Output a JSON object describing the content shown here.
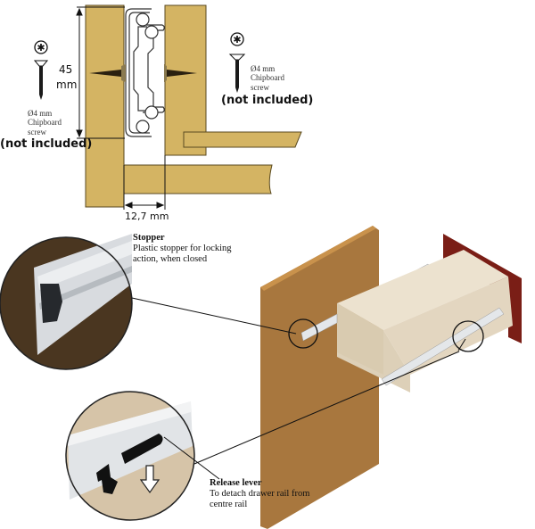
{
  "top_diagram": {
    "height_dim": {
      "value": "45",
      "unit": "mm"
    },
    "width_dim": {
      "text": "12,7 mm"
    },
    "left_screw": {
      "spec_line1": "Ø4 mm",
      "spec_line2": "Chipboard",
      "spec_line3": "screw",
      "note": "(not included)"
    },
    "right_screw": {
      "spec_line1": "Ø4 mm",
      "spec_line2": "Chipboard",
      "spec_line3": "screw",
      "note": "(not included)"
    },
    "colors": {
      "wood": "#d4b463",
      "wood_edge": "#5a4a20"
    }
  },
  "callouts": {
    "stopper": {
      "title": "Stopper",
      "desc_line1": "Plastic stopper for locking",
      "desc_line2": "action, when closed"
    },
    "release_lever": {
      "title": "Release lever",
      "desc_line1": "To detach drawer rail from",
      "desc_line2": "centre rail"
    }
  },
  "colors": {
    "cabinet_wall": "#a8773e",
    "drawer_box": "#e3d6c0",
    "drawer_front": "#7a1e16",
    "rail": "#dfe3e6"
  }
}
